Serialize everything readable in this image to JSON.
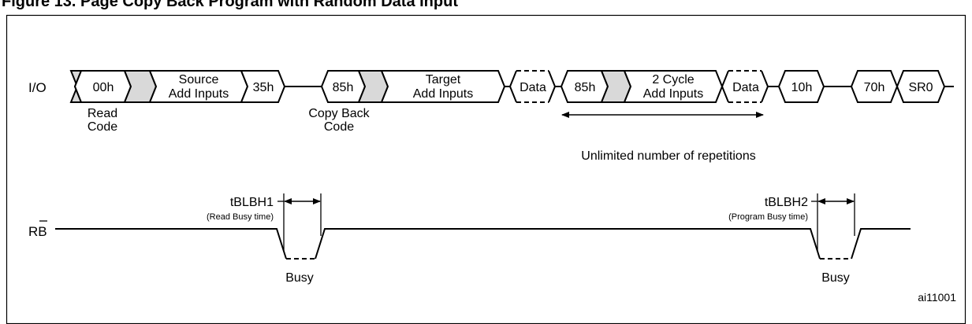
{
  "figure": {
    "title": "Figure 13. Page Copy Back Program with Random Data Input",
    "code": "ai11001"
  },
  "signals": {
    "io": "I/O",
    "rb": "RB"
  },
  "io_bus": {
    "cycles": [
      "00h",
      "Source",
      "Add Inputs",
      "35h",
      "85h",
      "Target",
      "Add Inputs",
      "Data",
      "85h",
      "2 Cycle",
      "Add Inputs",
      "Data",
      "10h",
      "70h",
      "SR0"
    ]
  },
  "annotations": {
    "read_code": [
      "Read",
      "Code"
    ],
    "copy_back_code": [
      "Copy Back",
      "Code"
    ],
    "repetitions": "Unlimited number of repetitions"
  },
  "timing": {
    "t1_label": "tBLBH1",
    "t1_note": "(Read Busy time)",
    "t2_label": "tBLBH2",
    "t2_note": "(Program Busy time)",
    "busy": "Busy"
  },
  "colors": {
    "line": "#000000",
    "fill_shaded": "#d9d9d9",
    "background": "#ffffff"
  }
}
